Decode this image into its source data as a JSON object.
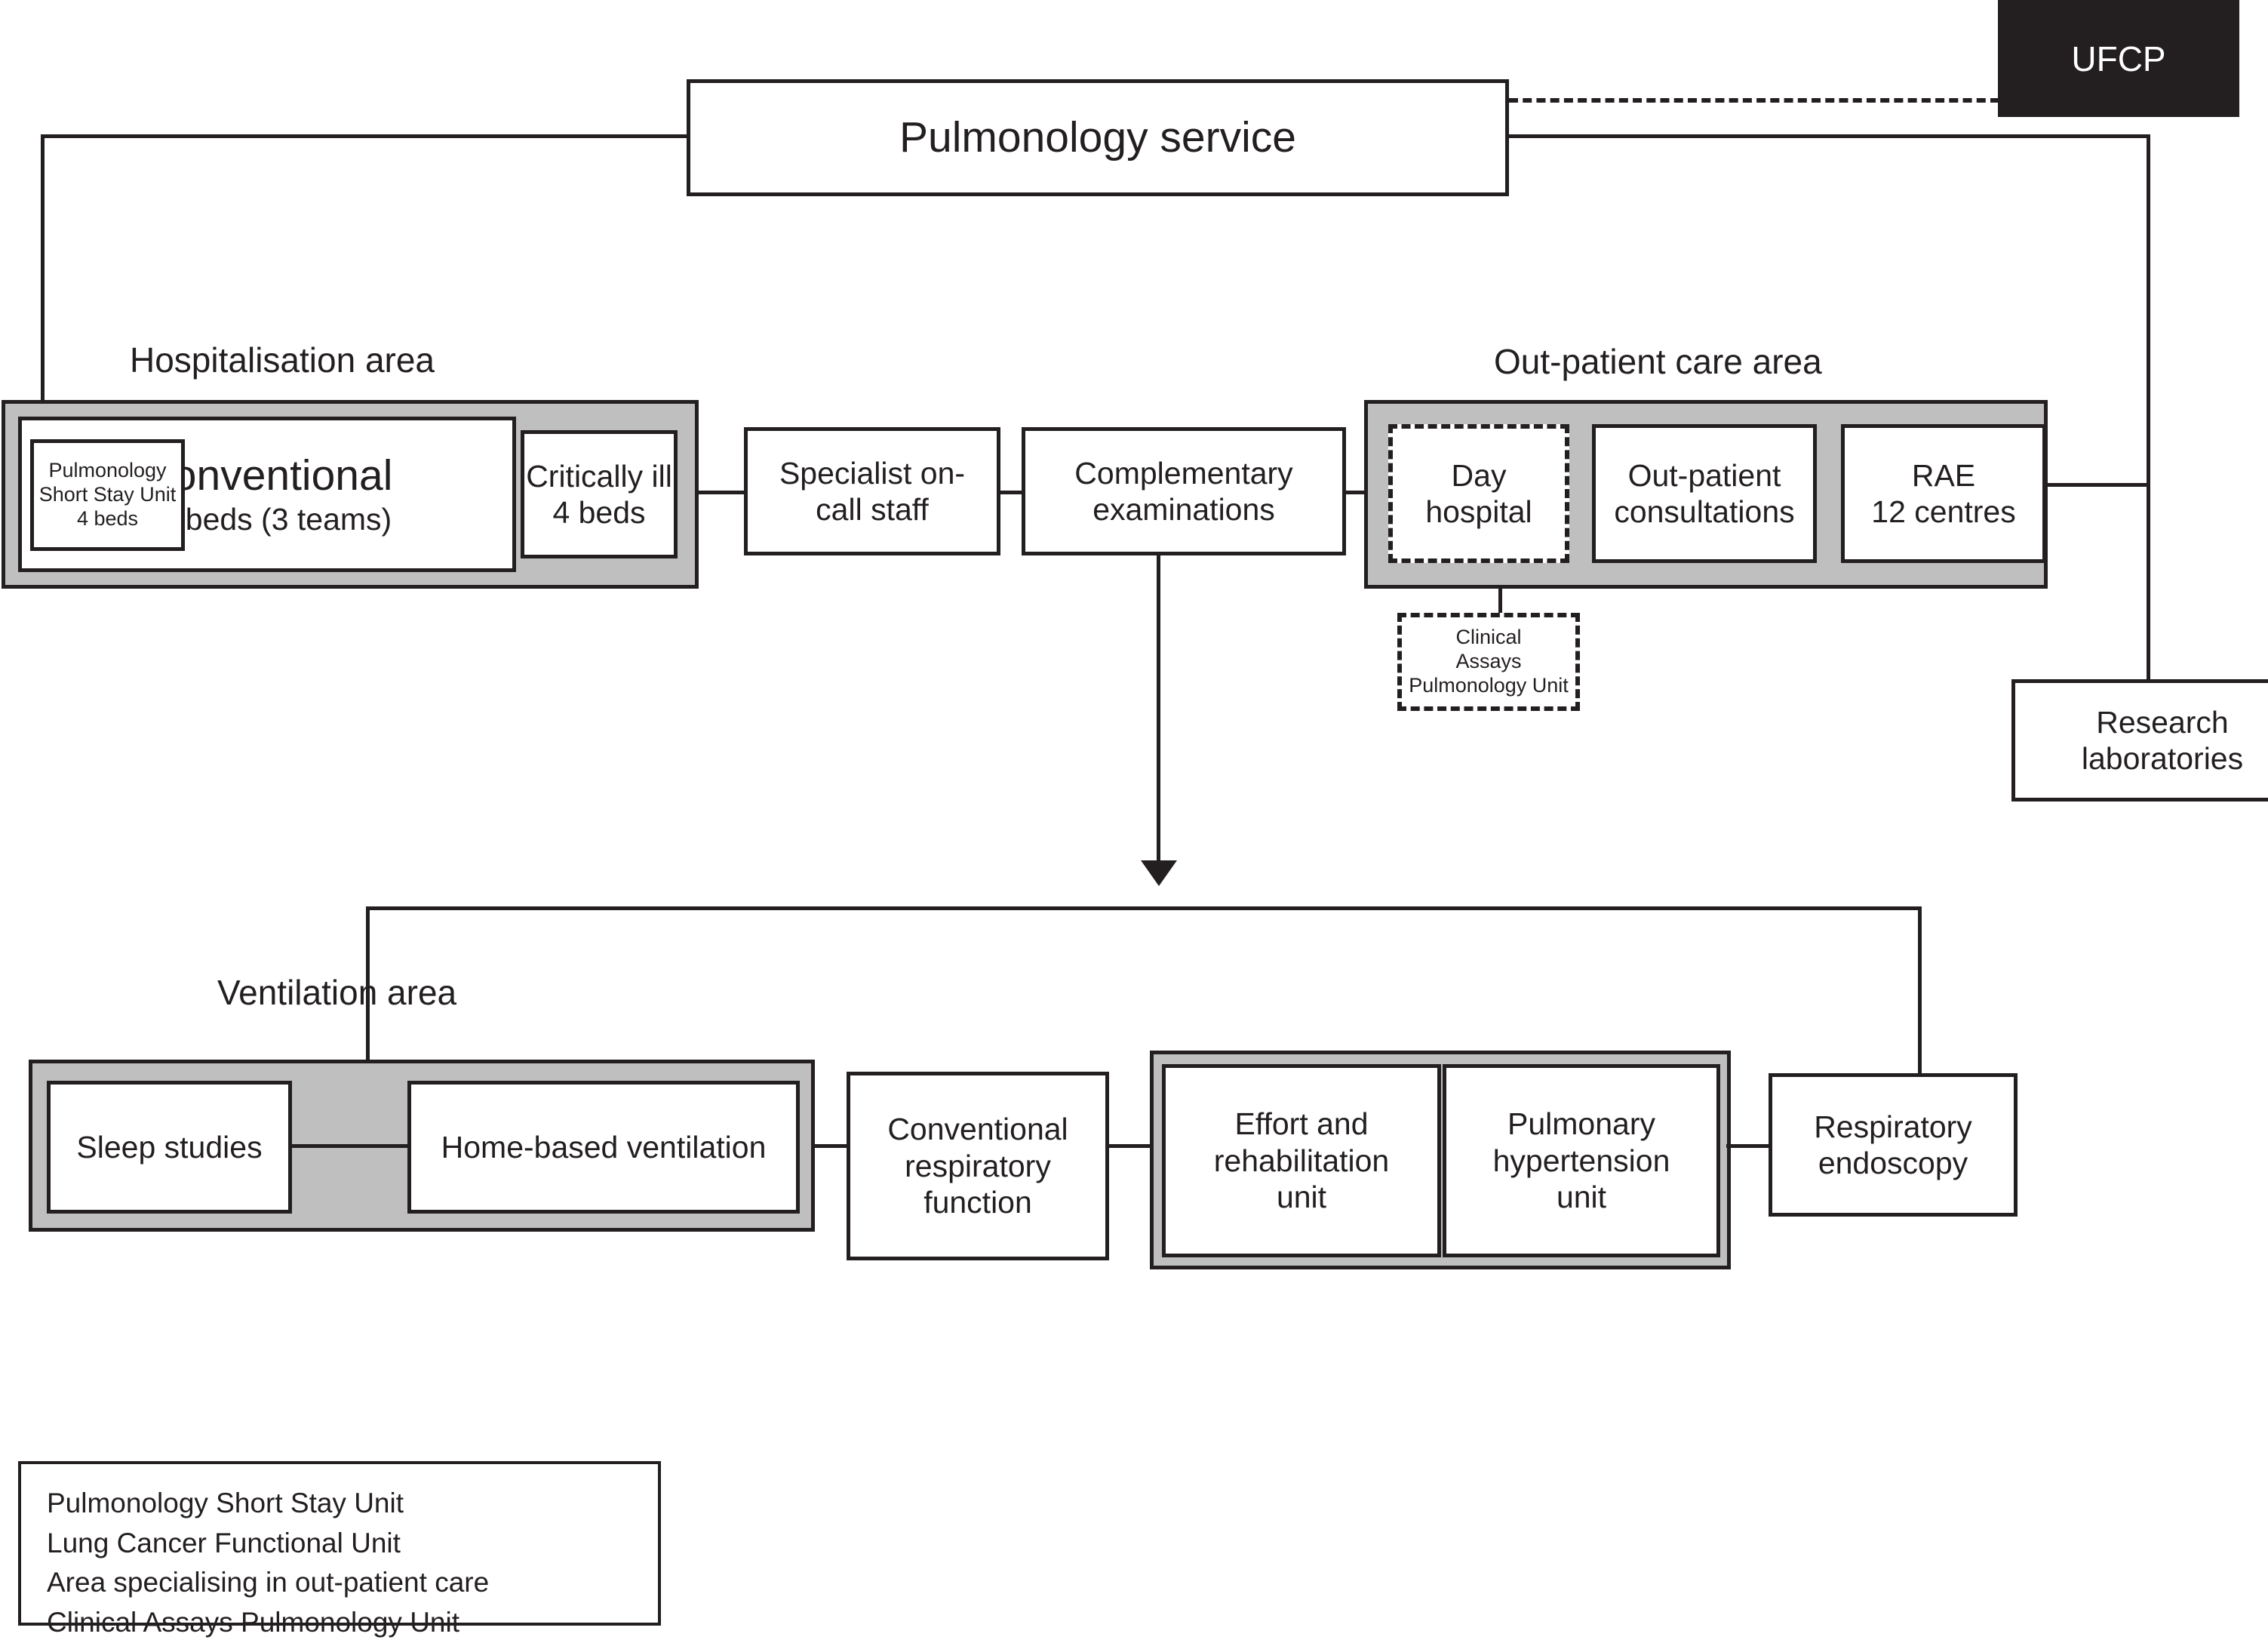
{
  "badge": {
    "label": "UFCP"
  },
  "root_node": {
    "label": "Pulmonology service"
  },
  "areas": {
    "hospitalisation": {
      "label": "Hospitalisation area"
    },
    "outpatient": {
      "label": "Out-patient care area"
    },
    "ventilation": {
      "label": "Ventilation area"
    }
  },
  "hospitalisation_nodes": {
    "short_stay": {
      "line1": "Pulmonology",
      "line2": "Short Stay Unit",
      "line3": "4 beds"
    },
    "conventional": {
      "line1": "Conventional",
      "line2": "20 beds (3 teams)"
    },
    "critically_ill": {
      "line1": "Critically ill",
      "line2": "4 beds"
    }
  },
  "middle_nodes": {
    "oncall": {
      "line1": "Specialist on-",
      "line2": "call staff"
    },
    "complementary": {
      "line1": "Complementary",
      "line2": "examinations"
    }
  },
  "outpatient_nodes": {
    "day_hospital": {
      "line1": "Day",
      "line2": "hospital"
    },
    "consultations": {
      "line1": "Out-patient",
      "line2": "consultations"
    },
    "rae": {
      "line1": "RAE",
      "line2": "12 centres"
    },
    "clinical_assays": {
      "line1": "Clinical",
      "line2": "Assays",
      "line3": "Pulmonology Unit"
    }
  },
  "research": {
    "line1": "Research",
    "line2": "laboratories"
  },
  "ventilation_nodes": {
    "sleep": {
      "label": "Sleep studies"
    },
    "home_vent": {
      "label": "Home-based ventilation"
    },
    "conv_resp": {
      "line1": "Conventional",
      "line2": "respiratory",
      "line3": "function"
    },
    "effort": {
      "line1": "Effort and",
      "line2": "rehabilitation",
      "line3": "unit"
    },
    "pulm_hyp": {
      "line1": "Pulmonary",
      "line2": "hypertension",
      "line3": "unit"
    },
    "endoscopy": {
      "line1": "Respiratory",
      "line2": "endoscopy"
    }
  },
  "legend": {
    "items": [
      "Pulmonology Short Stay Unit",
      "Lung Cancer Functional Unit",
      "Area specialising in out-patient care",
      "Clinical Assays Pulmonology Unit"
    ]
  },
  "colors": {
    "ink": "#231f20",
    "area_fill": "#bfbfbf",
    "badge_bg": "#231f20",
    "badge_text": "#ffffff",
    "paper": "#ffffff"
  }
}
